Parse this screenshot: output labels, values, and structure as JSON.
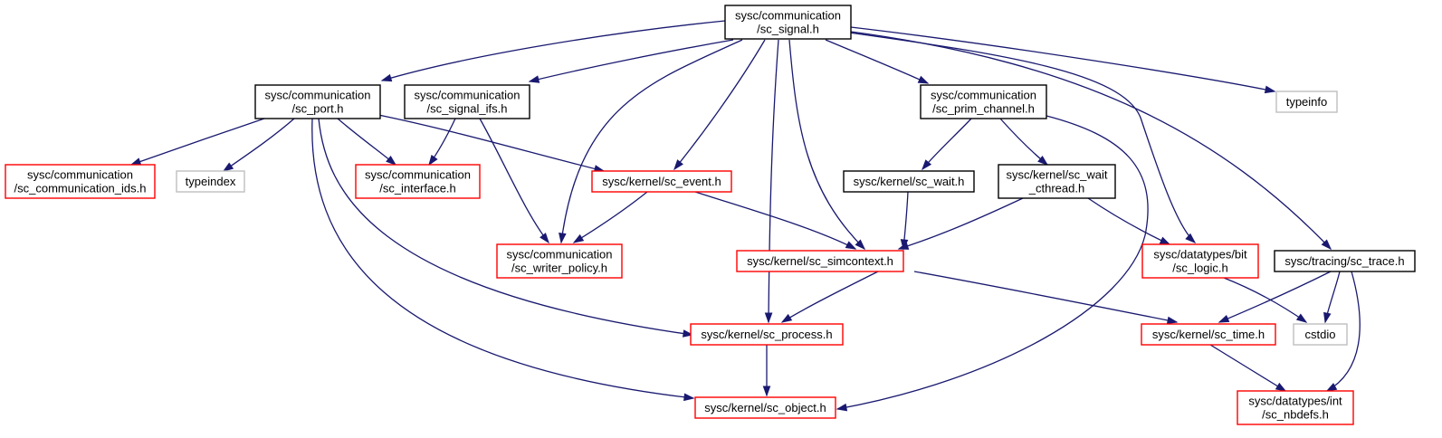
{
  "colors": {
    "edge": "#191970",
    "border_normal": "#000000",
    "border_truncated": "#ff0000",
    "border_system": "#bfbfbf",
    "root_fill": "#bfbfbf",
    "fill": "#ffffff"
  },
  "nodes": [
    {
      "id": "sc_signal",
      "lines": [
        "sysc/communication",
        "/sc_signal.h"
      ],
      "kind": "root"
    },
    {
      "id": "sc_port",
      "lines": [
        "sysc/communication",
        "/sc_port.h"
      ],
      "kind": "normal"
    },
    {
      "id": "sc_signal_ifs",
      "lines": [
        "sysc/communication",
        "/sc_signal_ifs.h"
      ],
      "kind": "normal"
    },
    {
      "id": "sc_prim_channel",
      "lines": [
        "sysc/communication",
        "/sc_prim_channel.h"
      ],
      "kind": "normal"
    },
    {
      "id": "typeinfo",
      "lines": [
        "typeinfo"
      ],
      "kind": "system"
    },
    {
      "id": "sc_communication_ids",
      "lines": [
        "sysc/communication",
        "/sc_communication_ids.h"
      ],
      "kind": "truncated"
    },
    {
      "id": "typeindex",
      "lines": [
        "typeindex"
      ],
      "kind": "system"
    },
    {
      "id": "sc_interface",
      "lines": [
        "sysc/communication",
        "/sc_interface.h"
      ],
      "kind": "truncated"
    },
    {
      "id": "sc_event",
      "lines": [
        "sysc/kernel/sc_event.h"
      ],
      "kind": "truncated"
    },
    {
      "id": "sc_wait",
      "lines": [
        "sysc/kernel/sc_wait.h"
      ],
      "kind": "normal"
    },
    {
      "id": "sc_wait_cthread",
      "lines": [
        "sysc/kernel/sc_wait",
        "_cthread.h"
      ],
      "kind": "normal"
    },
    {
      "id": "sc_writer_policy",
      "lines": [
        "sysc/communication",
        "/sc_writer_policy.h"
      ],
      "kind": "truncated"
    },
    {
      "id": "sc_simcontext",
      "lines": [
        "sysc/kernel/sc_simcontext.h"
      ],
      "kind": "truncated"
    },
    {
      "id": "sc_logic",
      "lines": [
        "sysc/datatypes/bit",
        "/sc_logic.h"
      ],
      "kind": "truncated"
    },
    {
      "id": "sc_trace",
      "lines": [
        "sysc/tracing/sc_trace.h"
      ],
      "kind": "normal"
    },
    {
      "id": "sc_process",
      "lines": [
        "sysc/kernel/sc_process.h"
      ],
      "kind": "truncated"
    },
    {
      "id": "sc_time",
      "lines": [
        "sysc/kernel/sc_time.h"
      ],
      "kind": "truncated"
    },
    {
      "id": "cstdio",
      "lines": [
        "cstdio"
      ],
      "kind": "system"
    },
    {
      "id": "sc_object",
      "lines": [
        "sysc/kernel/sc_object.h"
      ],
      "kind": "truncated"
    },
    {
      "id": "sc_nbdefs",
      "lines": [
        "sysc/datatypes/int",
        "/sc_nbdefs.h"
      ],
      "kind": "truncated"
    }
  ],
  "edges": [
    [
      "sc_signal",
      "sc_port"
    ],
    [
      "sc_signal",
      "sc_signal_ifs"
    ],
    [
      "sc_signal",
      "sc_writer_policy"
    ],
    [
      "sc_signal",
      "sc_event"
    ],
    [
      "sc_signal",
      "sc_process"
    ],
    [
      "sc_signal",
      "sc_simcontext"
    ],
    [
      "sc_signal",
      "sc_prim_channel"
    ],
    [
      "sc_signal",
      "sc_logic"
    ],
    [
      "sc_signal",
      "typeinfo"
    ],
    [
      "sc_signal",
      "sc_trace"
    ],
    [
      "sc_port",
      "sc_communication_ids"
    ],
    [
      "sc_port",
      "typeindex"
    ],
    [
      "sc_port",
      "sc_interface"
    ],
    [
      "sc_port",
      "sc_event"
    ],
    [
      "sc_port",
      "sc_writer_policy"
    ],
    [
      "sc_port",
      "sc_process"
    ],
    [
      "sc_port",
      "sc_object"
    ],
    [
      "sc_signal_ifs",
      "sc_interface"
    ],
    [
      "sc_signal_ifs",
      "sc_writer_policy"
    ],
    [
      "sc_event",
      "sc_writer_policy"
    ],
    [
      "sc_event",
      "sc_simcontext"
    ],
    [
      "sc_prim_channel",
      "sc_wait"
    ],
    [
      "sc_prim_channel",
      "sc_wait_cthread"
    ],
    [
      "sc_prim_channel",
      "sc_object"
    ],
    [
      "sc_wait",
      "sc_simcontext"
    ],
    [
      "sc_wait_cthread",
      "sc_simcontext"
    ],
    [
      "sc_wait_cthread",
      "sc_logic"
    ],
    [
      "sc_simcontext",
      "sc_process"
    ],
    [
      "sc_simcontext",
      "sc_time"
    ],
    [
      "sc_logic",
      "cstdio"
    ],
    [
      "sc_trace",
      "sc_time"
    ],
    [
      "sc_trace",
      "cstdio"
    ],
    [
      "sc_trace",
      "sc_nbdefs"
    ],
    [
      "sc_process",
      "sc_object"
    ],
    [
      "sc_time",
      "sc_nbdefs"
    ]
  ]
}
